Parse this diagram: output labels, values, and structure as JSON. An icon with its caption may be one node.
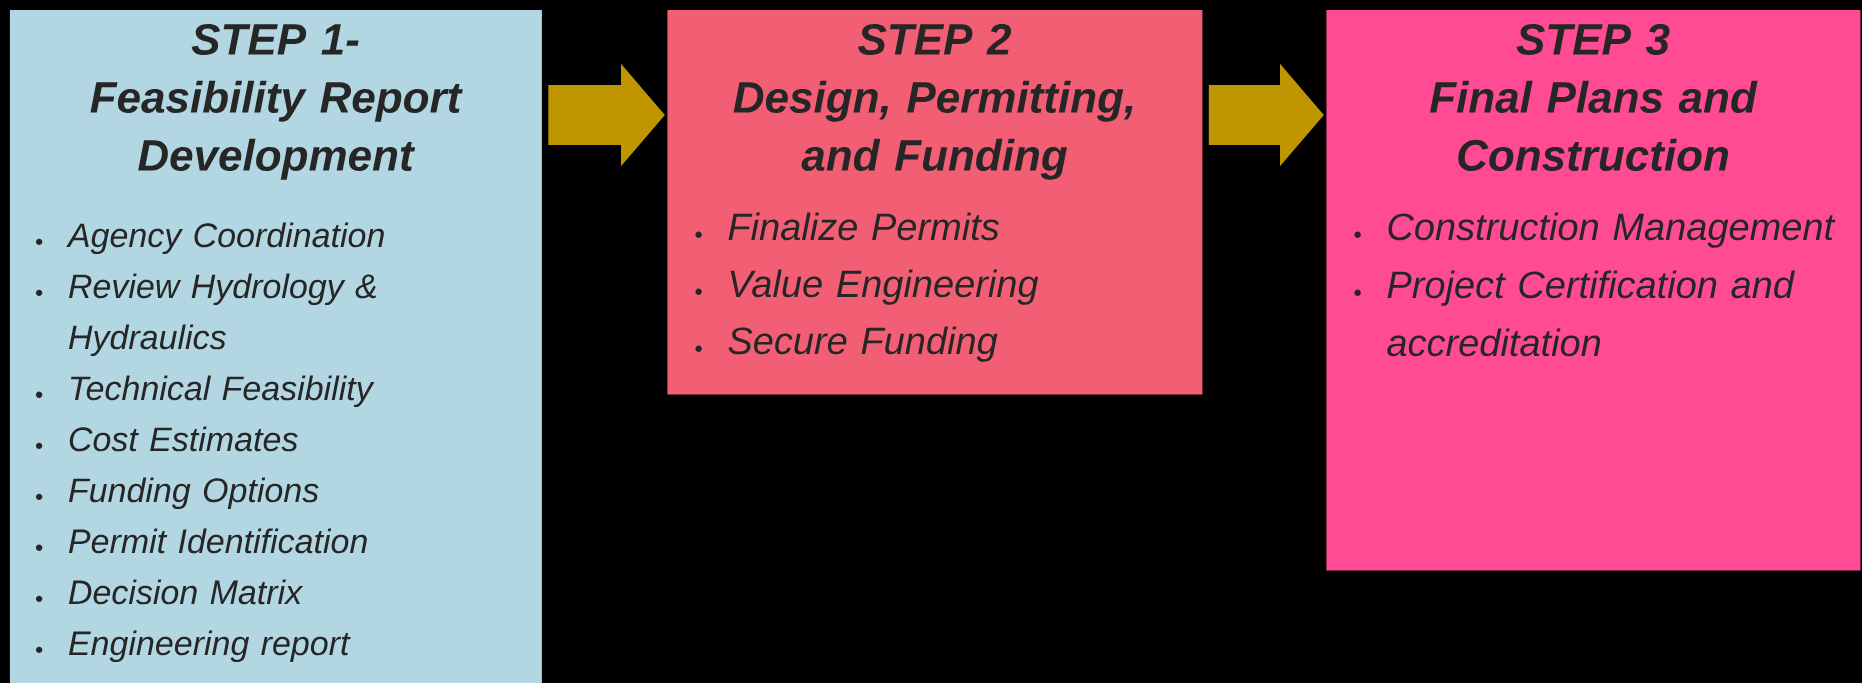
{
  "diagram": {
    "nodes": [
      {
        "text": [
          "STEP 1- Feasibility Report Development",
          "Agency Coordination",
          "Review Hydrology & Hydraulics",
          "Technical Feasibility",
          "Cost Estimates",
          "Funding Options",
          "Permit Identification",
          "Decision Matrix",
          "Engineering report"
        ]
      },
      {
        "text": [
          "STEP 2",
          "Design, Permitting, and Funding",
          "Finalize Permits",
          "Value Engineering",
          "Secure Funding"
        ]
      },
      {
        "text": [
          "STEP 3",
          "Final Plans and Construction",
          "Construction Management",
          "Project Certification and accreditation"
        ]
      }
    ],
    "edges": [
      {
        "from": 0,
        "to": 1,
        "arrow": "to"
      },
      {
        "from": 1,
        "to": 2,
        "arrow": "to"
      }
    ]
  }
}
